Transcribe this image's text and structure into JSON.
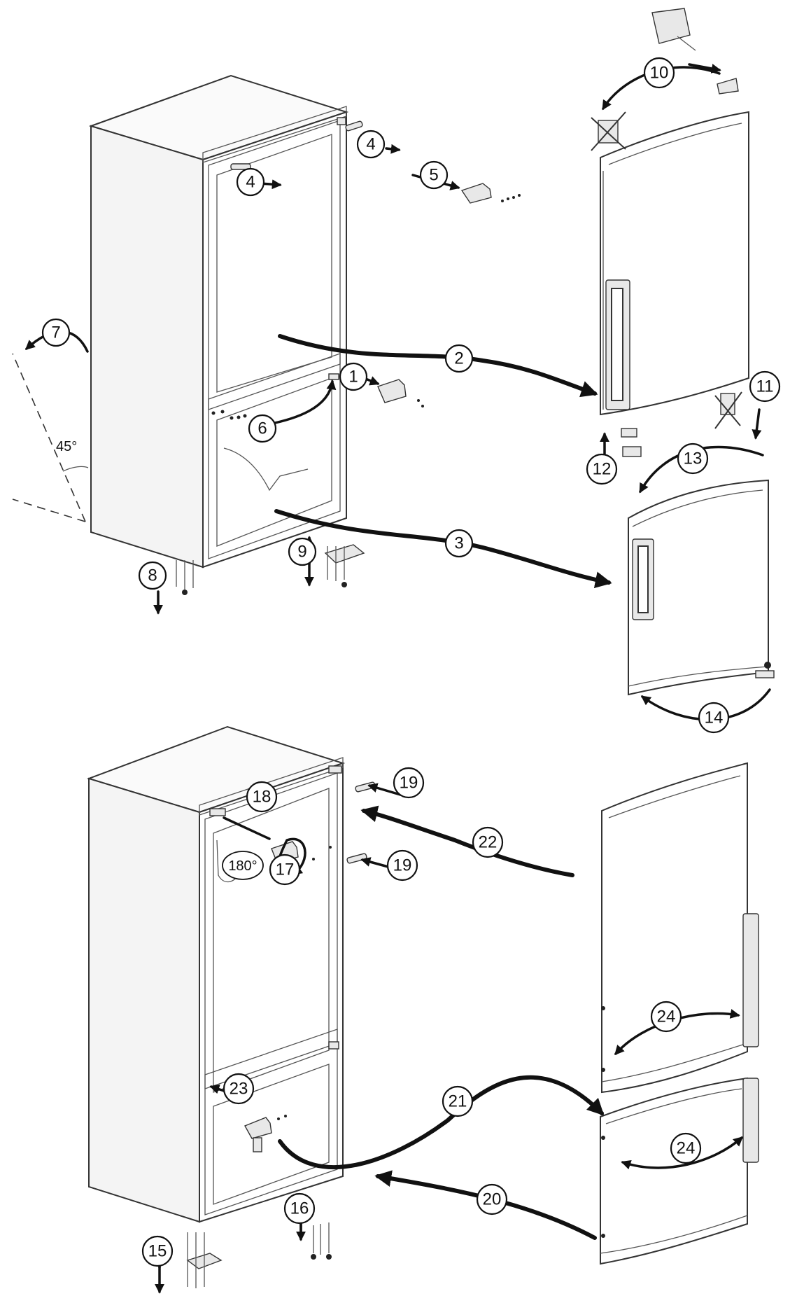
{
  "steps": [
    {
      "label": "1"
    },
    {
      "label": "2"
    },
    {
      "label": "3"
    },
    {
      "label": "4"
    },
    {
      "label": "4"
    },
    {
      "label": "5"
    },
    {
      "label": "6"
    },
    {
      "label": "7"
    },
    {
      "label": "8"
    },
    {
      "label": "9"
    },
    {
      "label": "10"
    },
    {
      "label": "11"
    },
    {
      "label": "12"
    },
    {
      "label": "13"
    },
    {
      "label": "14"
    },
    {
      "label": "15"
    },
    {
      "label": "16"
    },
    {
      "label": "17"
    },
    {
      "label": "18"
    },
    {
      "label": "19"
    },
    {
      "label": "19"
    },
    {
      "label": "20"
    },
    {
      "label": "21"
    },
    {
      "label": "22"
    },
    {
      "label": "23"
    },
    {
      "label": "24"
    },
    {
      "label": "24"
    }
  ],
  "annotations": {
    "angle": "45°",
    "rotation": "180°"
  }
}
